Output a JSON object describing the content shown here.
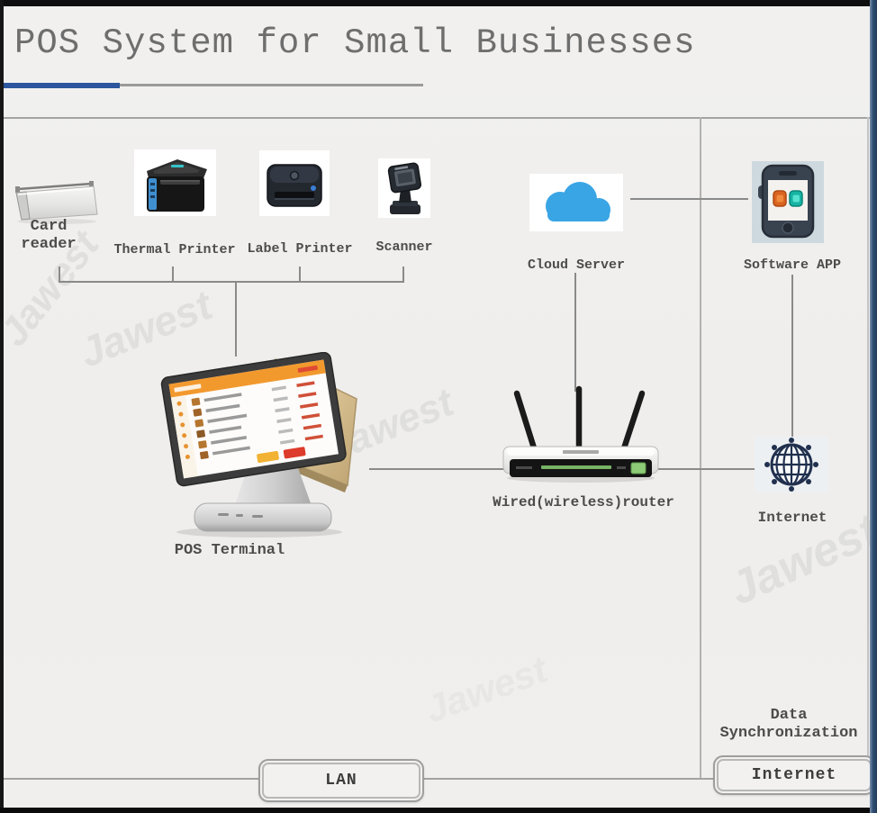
{
  "title": "POS System for Small Businesses",
  "watermark": "Jawest",
  "colors": {
    "accent_blue": "#2b569e",
    "connector_gray": "#8a8a8a",
    "cloud_blue": "#3aa5e5",
    "router_led_green": "#8dcb77",
    "right_border_blue": "#2e4d72"
  },
  "nodes": {
    "card_reader": {
      "label_line1": "Card",
      "label_line2": "reader"
    },
    "thermal_printer": {
      "label": "Thermal Printer"
    },
    "label_printer": {
      "label": "Label Printer"
    },
    "scanner": {
      "label": "Scanner"
    },
    "cloud_server": {
      "label": "Cloud Server"
    },
    "software_app": {
      "label": "Software APP"
    },
    "pos_terminal": {
      "label": "POS Terminal"
    },
    "router": {
      "label": "Wired(wireless)router"
    },
    "internet": {
      "label": "Internet"
    }
  },
  "zones": {
    "lan_button_label": "LAN",
    "internet_button_label": "Internet",
    "data_sync_line1": "Data",
    "data_sync_line2": "Synchronization"
  }
}
